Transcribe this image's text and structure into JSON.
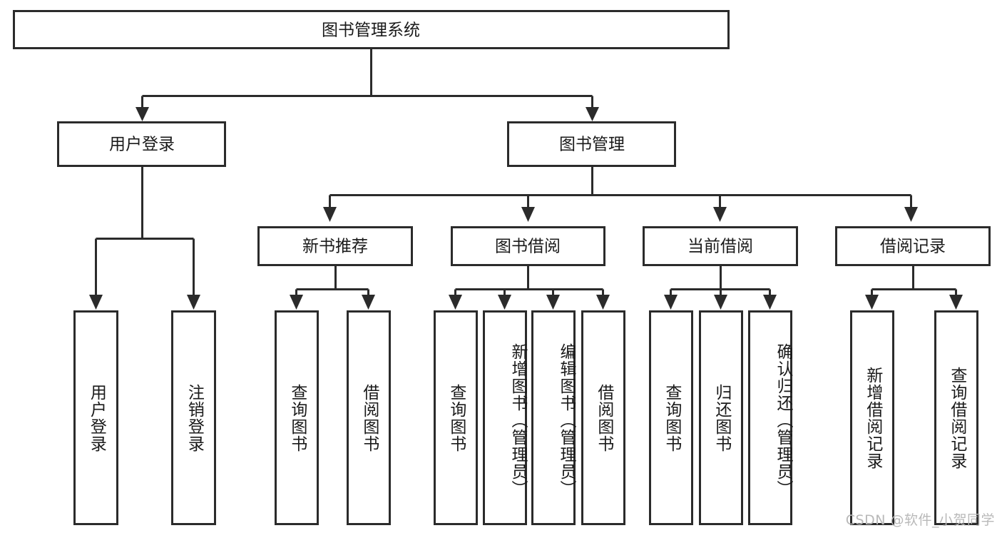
{
  "diagram": {
    "title": "图书管理系统",
    "type": "tree-hierarchy-diagram",
    "colors": {
      "stroke": "#2b2b2b",
      "box_fill": "#ffffff",
      "text": "#1a1a1a",
      "background": "#ffffff",
      "watermark": "#b9b9b9"
    },
    "root": {
      "label": "图书管理系统"
    },
    "level2": [
      {
        "label": "用户登录"
      },
      {
        "label": "图书管理"
      }
    ],
    "level3": [
      {
        "label": "新书推荐"
      },
      {
        "label": "图书借阅"
      },
      {
        "label": "当前借阅"
      },
      {
        "label": "借阅记录"
      }
    ],
    "leaves": {
      "user_login": [
        {
          "label": "用户登录"
        },
        {
          "label": "注销登录"
        }
      ],
      "new_book_recommend": [
        {
          "label": "查询图书"
        },
        {
          "label": "借阅图书"
        }
      ],
      "book_borrow": [
        {
          "label": "查询图书"
        },
        {
          "label": "新增图书（管理员）"
        },
        {
          "label": "编辑图书（管理员）"
        },
        {
          "label": "借阅图书"
        }
      ],
      "current_borrow": [
        {
          "label": "查询图书"
        },
        {
          "label": "归还图书"
        },
        {
          "label": "确认归还（管理员）"
        }
      ],
      "borrow_records": [
        {
          "label": "新增借阅记录"
        },
        {
          "label": "查询借阅记录"
        }
      ]
    }
  },
  "watermark": {
    "text": "CSDN @软件_小贺同学"
  }
}
